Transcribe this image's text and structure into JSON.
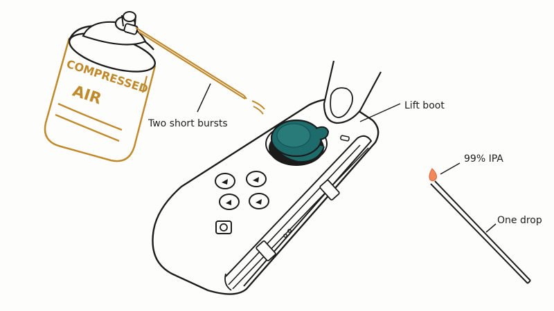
{
  "can": {
    "line1": "COMPRESSED",
    "line2": "AIR"
  },
  "labels": {
    "bursts": "Two short bursts",
    "boot": "Lift boot",
    "ipa": "99% IPA",
    "drop": "One drop"
  },
  "icons": {
    "can": "compressed-air-can-icon",
    "controller": "joy-con-controller-icon",
    "swab": "swab-icon",
    "finger": "fingertip-icon"
  },
  "colors": {
    "ink": "#1b1b1b",
    "can_orange": "#c08a2c",
    "stick_teal": "#1e6b6b",
    "drop_orange": "#f08a5d"
  }
}
